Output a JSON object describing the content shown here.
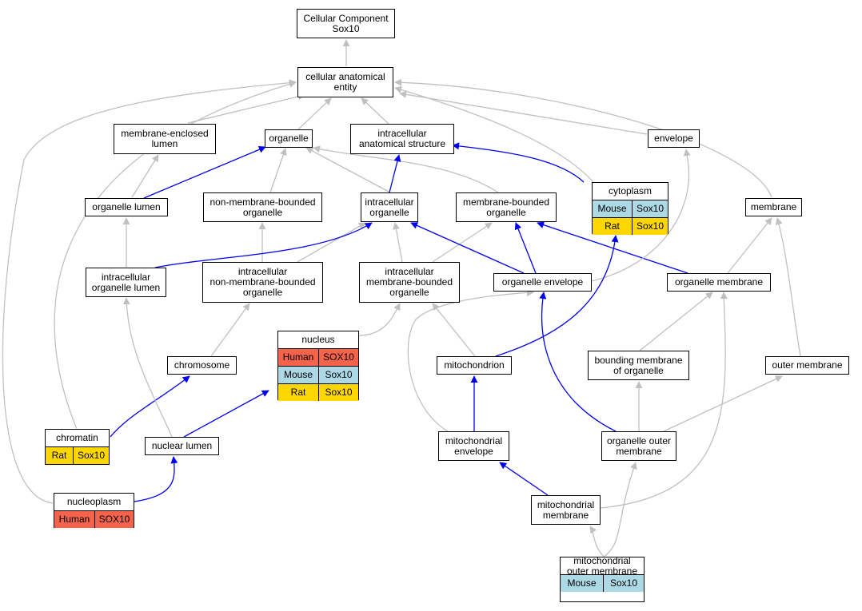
{
  "colors": {
    "gray_edge": "#c0c0c0",
    "blue_edge": "#0000ee",
    "Human": "#f5634a",
    "Mouse": "#add8e6",
    "Rat": "#ffd700"
  },
  "nodes": {
    "cc": {
      "label": "Cellular Component\nSox10"
    },
    "cae": {
      "label": "cellular anatomical\nentity"
    },
    "mel": {
      "label": "membrane-enclosed\nlumen"
    },
    "org": {
      "label": "organelle"
    },
    "ias": {
      "label": "intracellular\nanatomical structure"
    },
    "env": {
      "label": "envelope"
    },
    "cyto": {
      "label": "cytoplasm",
      "rows": [
        {
          "species": "Mouse",
          "gene": "Sox10"
        },
        {
          "species": "Rat",
          "gene": "Sox10"
        }
      ]
    },
    "ol": {
      "label": "organelle lumen"
    },
    "nmbo": {
      "label": "non-membrane-bounded\norganelle"
    },
    "io": {
      "label": "intracellular\norganelle"
    },
    "mbo": {
      "label": "membrane-bounded\norganelle"
    },
    "memb": {
      "label": "membrane"
    },
    "iol": {
      "label": "intracellular\norganelle lumen"
    },
    "inmb": {
      "label": "intracellular\nnon-membrane-bounded\norganelle"
    },
    "imbo": {
      "label": "intracellular\nmembrane-bounded\norganelle"
    },
    "oe": {
      "label": "organelle envelope"
    },
    "om": {
      "label": "organelle membrane"
    },
    "nuc": {
      "label": "nucleus",
      "rows": [
        {
          "species": "Human",
          "gene": "SOX10"
        },
        {
          "species": "Mouse",
          "gene": "Sox10"
        },
        {
          "species": "Rat",
          "gene": "Sox10"
        }
      ]
    },
    "chro": {
      "label": "chromosome"
    },
    "mito": {
      "label": "mitochondrion"
    },
    "bmo": {
      "label": "bounding membrane\nof organelle"
    },
    "outm": {
      "label": "outer membrane"
    },
    "chrt": {
      "label": "chromatin",
      "rows": [
        {
          "species": "Rat",
          "gene": "Sox10"
        }
      ]
    },
    "nl": {
      "label": "nuclear lumen"
    },
    "me": {
      "label": "mitochondrial\nenvelope"
    },
    "oom": {
      "label": "organelle outer\nmembrane"
    },
    "npl": {
      "label": "nucleoplasm",
      "rows": [
        {
          "species": "Human",
          "gene": "SOX10"
        }
      ]
    },
    "mm": {
      "label": "mitochondrial\nmembrane"
    },
    "mom": {
      "label": "mitochondrial\nouter membrane",
      "rows": [
        {
          "species": "Mouse",
          "gene": "Sox10"
        }
      ]
    }
  }
}
